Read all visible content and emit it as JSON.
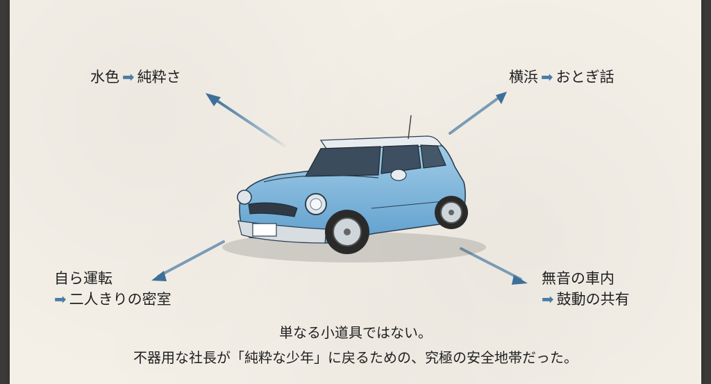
{
  "labels": {
    "top_left": {
      "from": "水色",
      "to": "純粋さ"
    },
    "top_right": {
      "from": "横浜",
      "to": "おとぎ話"
    },
    "bottom_left": {
      "line1": "自ら運転",
      "line2": "二人きりの密室"
    },
    "bottom_right": {
      "line1": "無音の車内",
      "line2": "鼓動の共有"
    }
  },
  "arrow_symbol": "➡",
  "caption": {
    "line1": "単なる小道具ではない。",
    "line2": "不器用な社長が「純粋な少年」に戻るための、究極の安全地帯だった。"
  },
  "colors": {
    "paper": "#f4f0e8",
    "car_body": "#7fb6dd",
    "arrow": "#4c7da5"
  }
}
